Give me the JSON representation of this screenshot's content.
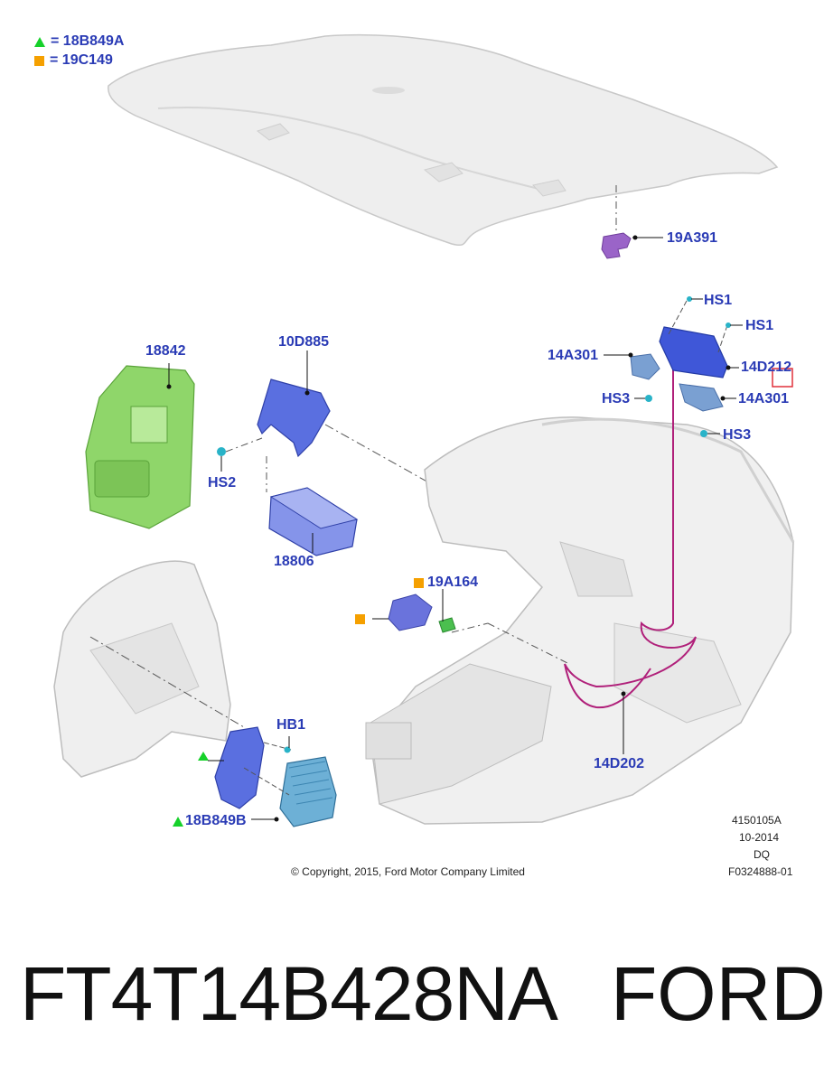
{
  "legend": [
    {
      "symbol": "triangle",
      "color": "#16d12a",
      "text": "= 18B849A"
    },
    {
      "symbol": "square",
      "color": "#f5a000",
      "text": "= 19C149"
    }
  ],
  "callouts": {
    "c19a391": "19A391",
    "c18842": "18842",
    "c10d885": "10D885",
    "hs2": "HS2",
    "c18806": "18806",
    "hs1a": "HS1",
    "hs1b": "HS1",
    "c14a301a": "14A301",
    "c14d212": "14D212",
    "hs3a": "HS3",
    "c14a301b": "14A301",
    "hs3b": "HS3",
    "c19a164": "19A164",
    "hb1": "HB1",
    "c18b849b": "18B849B",
    "c14d202": "14D202"
  },
  "meta": {
    "ref": "4150105A",
    "date": "10-2014",
    "code": "DQ",
    "figure": "F0324888-01"
  },
  "copyright": "© Copyright, 2015, Ford Motor Company Limited",
  "caption": {
    "part_number": "FT4T14B428NA",
    "brand": "FORD"
  },
  "colors": {
    "label": "#2a3bb5",
    "part_blue": "#5a6fe0",
    "part_green": "#8fd66a",
    "part_purple": "#9a64c8",
    "harness": "#b0207a",
    "fastener": "#29b3c8",
    "highlight_box": "#e0303a"
  }
}
